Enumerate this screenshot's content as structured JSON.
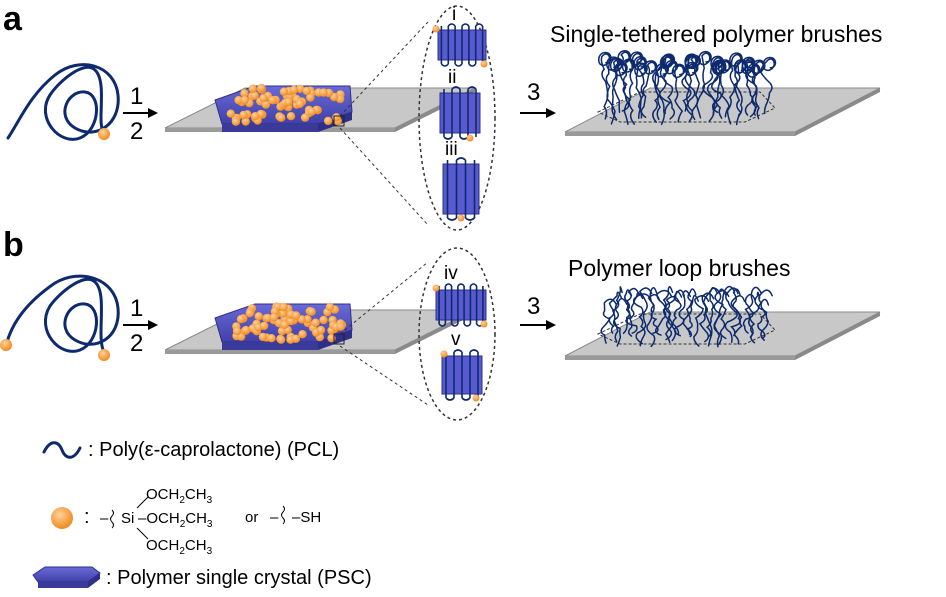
{
  "panels": {
    "a": {
      "letter": "a",
      "title": "Single-tethered polymer brushes",
      "steps": {
        "s1": "1",
        "s2": "2",
        "s3": "3"
      },
      "inset": [
        "i",
        "ii",
        "iii"
      ]
    },
    "b": {
      "letter": "b",
      "title": "Polymer loop brushes",
      "steps": {
        "s1": "1",
        "s2": "2",
        "s3": "3"
      },
      "inset": [
        "iv",
        "v"
      ]
    }
  },
  "legend": {
    "pcl": ": Poly(ε-caprolactone) (PCL)",
    "colon": ":",
    "chem": {
      "och2ch3": "OCH",
      "sub2": "2",
      "ch": "CH",
      "sub3": "3",
      "si": "Si",
      "or": "or",
      "sh": "SH",
      "dash": "–"
    },
    "psc": ": Polymer single crystal (PSC)"
  },
  "colors": {
    "chain": "#0d2a6e",
    "crystal": "#5555c8",
    "crystal_dark": "#3a3a9a",
    "endgroup": "#f5a040",
    "substrate": "#c8c8c8",
    "substrate_edge": "#8a8a8a"
  }
}
